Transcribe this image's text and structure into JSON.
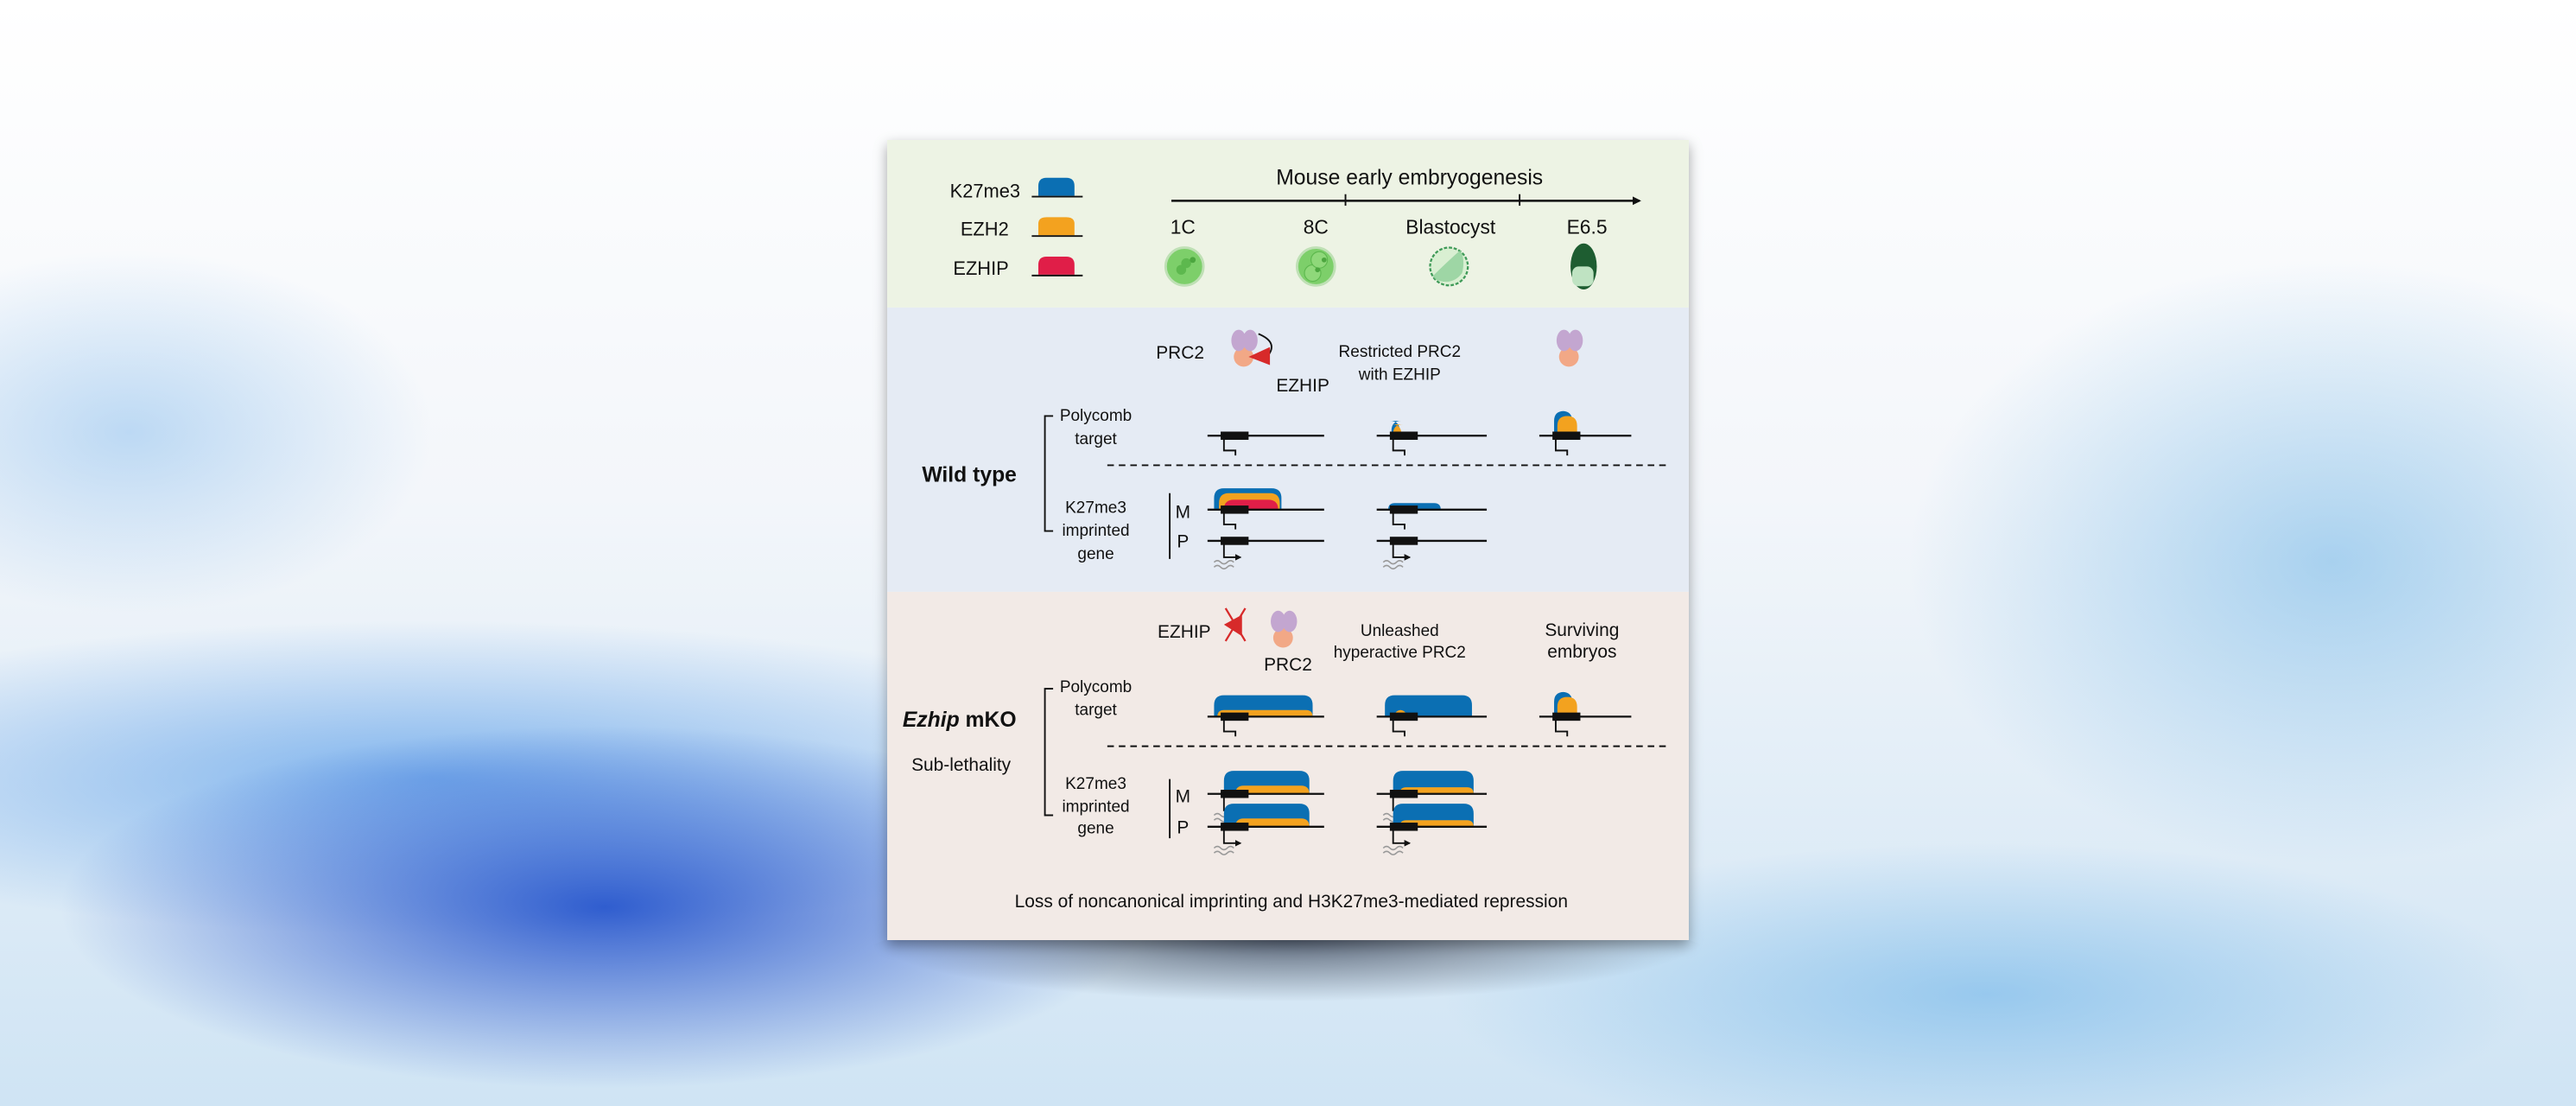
{
  "legend": [
    {
      "label": "K27me3",
      "color": "#0b6fb3"
    },
    {
      "label": "EZH2",
      "color": "#f3a21f"
    },
    {
      "label": "EZHIP",
      "color": "#e01e48"
    }
  ],
  "timeline": {
    "title": "Mouse early embryogenesis",
    "stages": [
      "1C",
      "8C",
      "Blastocyst",
      "E6.5"
    ]
  },
  "wild_type": {
    "title": "Wild type",
    "prc2_label": "PRC2",
    "ezhip_label": "EZHIP",
    "restricted_line1": "Restricted PRC2",
    "restricted_line2": "with EZHIP",
    "polycomb_line1": "Polycomb",
    "polycomb_line2": "target",
    "imprinted_line1": "K27me3",
    "imprinted_line2": "imprinted",
    "imprinted_line3": "gene",
    "maternal": "M",
    "paternal": "P"
  },
  "mko": {
    "title_italic": "Ezhip",
    "title_rest": " mKO",
    "subtitle": "Sub-lethality",
    "ezhip_label": "EZHIP",
    "prc2_label": "PRC2",
    "unleashed_line1": "Unleashed",
    "unleashed_line2": "hyperactive PRC2",
    "surviving_line1": "Surviving",
    "surviving_line2": "embryos",
    "polycomb_line1": "Polycomb",
    "polycomb_line2": "target",
    "imprinted_line1": "K27me3",
    "imprinted_line2": "imprinted",
    "imprinted_line3": "gene",
    "maternal": "M",
    "paternal": "P"
  },
  "conclusion": "Loss of noncanonical imprinting and H3K27me3-mediated repression",
  "colors": {
    "green_bg": "#edf3e4",
    "blue_bg": "#e5ebf4",
    "pink_bg": "#f2eae6",
    "prc2_top": "#c3a6d0",
    "prc2_bottom": "#f2a886"
  }
}
